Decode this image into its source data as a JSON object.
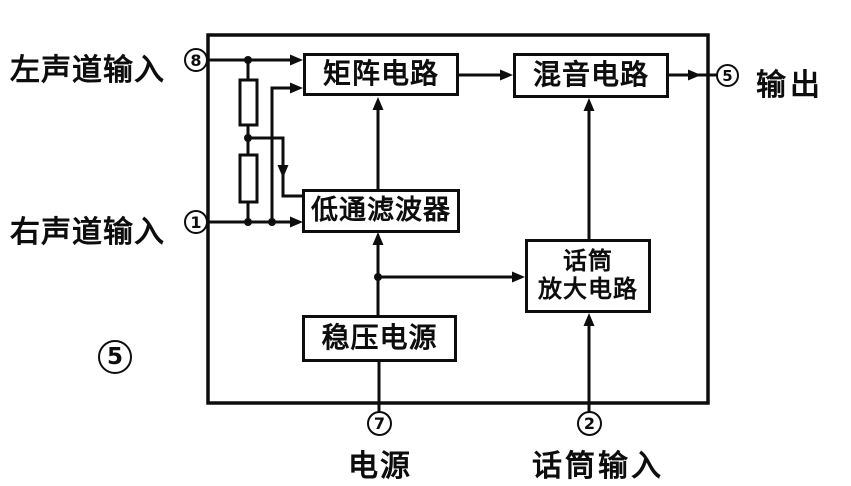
{
  "figure": {
    "number": "5",
    "background_color": "#ffffff",
    "ink_color": "#0d0d0d",
    "description_type": "IC audio block diagram"
  },
  "blocks": {
    "matrix": {
      "label": "矩阵电路"
    },
    "mixer": {
      "label": "混音电路"
    },
    "low_pass_filter": {
      "label": "低通滤波器"
    },
    "mic_amp": {
      "label_line1": "话筒",
      "label_line2": "放大电路"
    },
    "regulator": {
      "label": "稳压电源"
    }
  },
  "pins": {
    "pin8": {
      "number": "8",
      "label": "左声道输入"
    },
    "pin1": {
      "number": "1",
      "label": "右声道输入"
    },
    "pin5": {
      "number": "5",
      "label": "输出"
    },
    "pin7": {
      "number": "7",
      "label": "电源"
    },
    "pin2": {
      "number": "2",
      "label": "话筒输入"
    }
  }
}
